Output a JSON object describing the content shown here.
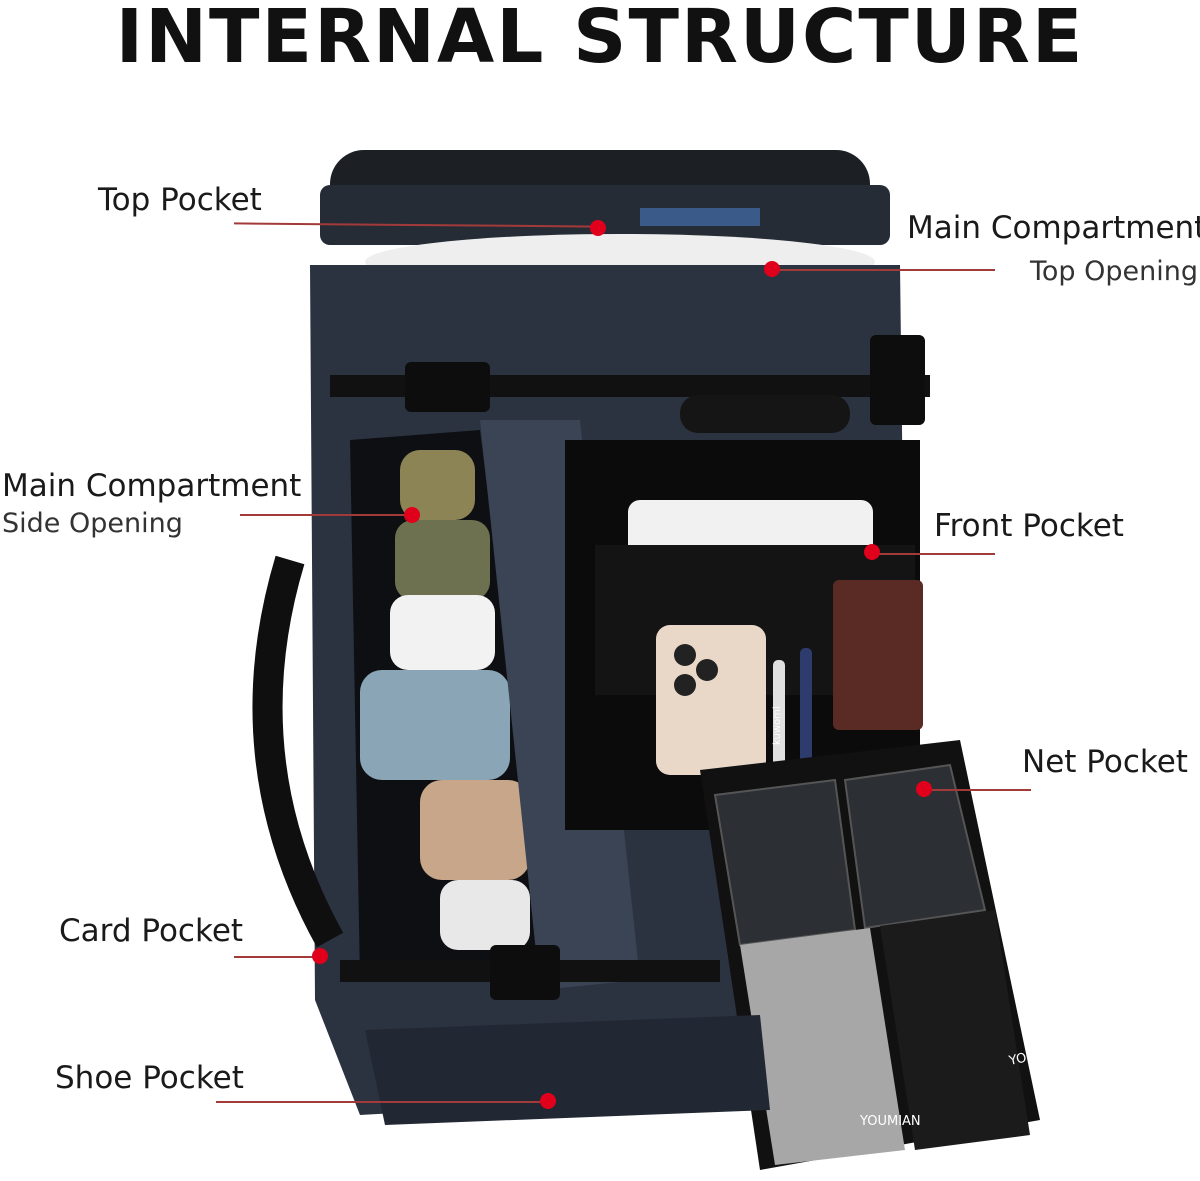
{
  "title": "INTERNAL STRUCTURE",
  "colors": {
    "accent_dot": "#e0001b",
    "leader_line": "#a33a3a",
    "bag_body": "#2b3340",
    "bag_strap": "#111111"
  },
  "labels": {
    "top_pocket": "Top Pocket",
    "main_top": "Main Compartment",
    "main_top_sub": "Top Opening",
    "main_side": "Main Compartment",
    "main_side_sub": "Side Opening",
    "front_pocket": "Front Pocket",
    "net_pocket": "Net Pocket",
    "card_pocket": "Card Pocket",
    "shoe_pocket": "Shoe Pocket"
  },
  "pouch_brand": "YOUMIAN",
  "pen_brand": "kuwomi"
}
